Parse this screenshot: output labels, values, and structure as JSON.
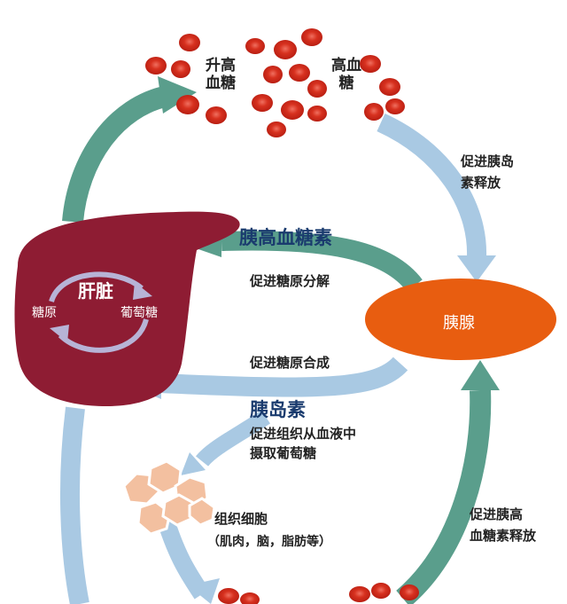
{
  "blood_top_left": [
    "升高",
    "血糖"
  ],
  "blood_top_right": [
    "高血",
    "糖"
  ],
  "liver": {
    "title": "肝脏",
    "left": "糖原",
    "right": "葡萄糖"
  },
  "pancreas": "胰腺",
  "hormones": {
    "glucagon": "胰高血糖素",
    "insulin": "胰岛素"
  },
  "effects": {
    "promote_insulin_release": [
      "促进胰岛",
      "素释放"
    ],
    "glycogenolysis": "促进糖原分解",
    "glycogenesis": "促进糖原合成",
    "tissue_uptake": [
      "促进组织从血液中",
      "摄取葡萄糖"
    ],
    "promote_glucagon_release": [
      "促进胰高",
      "血糖素释放"
    ]
  },
  "tissue": {
    "label": "组织细胞",
    "examples": "（肌肉，脑，脂肪等）"
  },
  "colors": {
    "teal_arrow": "#5a9e8c",
    "light_blue_arrow": "#a9c9e3",
    "liver": "#8e1c33",
    "pancreas": "#e85d10",
    "blood_cell": "#d7311f",
    "glycogen_cycle": "#b7b3d6",
    "tissue_cells": "#f3c0a0"
  }
}
